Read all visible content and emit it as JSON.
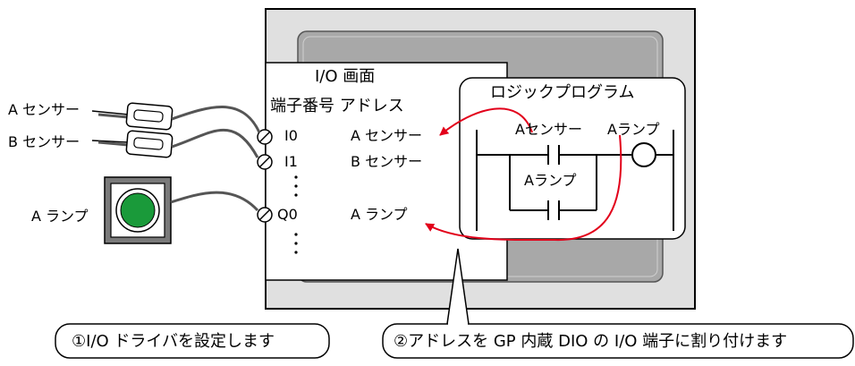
{
  "io_screen": {
    "title": "I/O 画面",
    "header": "端子番号 アドレス",
    "terminals": [
      {
        "terminal": "I0",
        "address": "A センサー"
      },
      {
        "terminal": "I1",
        "address": "B センサー"
      },
      {
        "terminal": "Q0",
        "address": "A ランプ"
      }
    ]
  },
  "logic_program": {
    "title": "ロジックプログラム",
    "contact_top": "Aセンサー",
    "contact_bottom": "Aランプ",
    "coil": "Aランプ"
  },
  "devices": {
    "sensor_a": "A センサー",
    "sensor_b": "B センサー",
    "lamp_a": "A ランプ"
  },
  "callouts": {
    "step1": "①I/O ドライバを設定します",
    "step2": "②アドレスを GP 内蔵 DIO の I/O 端子に割り付けます"
  },
  "colors": {
    "arrow": "#e2001a",
    "lamp": "#1a9a3a",
    "panel_gray": "#a8a8a8",
    "wire": "#555555"
  }
}
